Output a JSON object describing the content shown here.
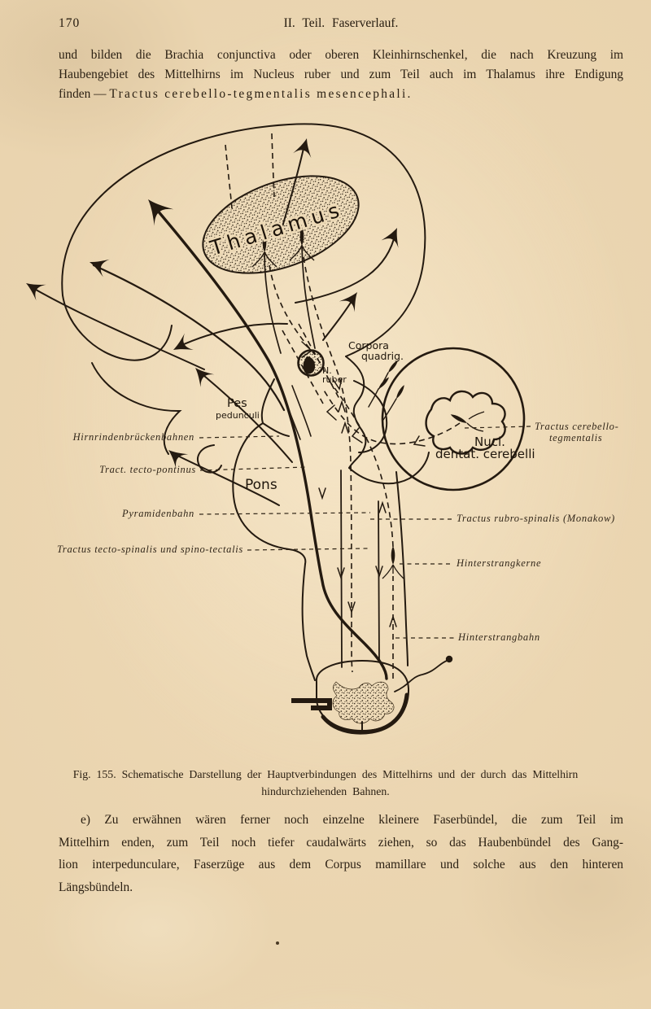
{
  "page_header": {
    "page_number": "170",
    "running_title": "II. Teil. Faserverlauf."
  },
  "paragraph_top": {
    "line1": "und bilden die Brachia conjunctiva oder oberen Kleinhirnschenkel, die nach Kreuzung im",
    "line2": "Haubengebiet des Mittelhirns im Nucleus ruber und zum Teil auch im Thalamus ihre Endigung",
    "line3_normal": "finden — ",
    "line3_spaced": "Tractus cerebello-tegmentalis mesencephali."
  },
  "figure": {
    "region_labels": {
      "thalamus": "Thalamus",
      "pes": "Pes",
      "pedunculi": "pedunculi",
      "pons": "Pons",
      "corpora_line1": "Corpora",
      "corpora_line2": "quadrig.",
      "n_ruber_line1": "N.",
      "n_ruber_line2": "ruber",
      "nucl_line1": "Nucl.",
      "nucl_line2": "dentat. cerebelli"
    },
    "left_labels": [
      "Hirnrindenbrückenbahnen",
      "Tract. tecto-pontinus",
      "Pyramidenbahn",
      "Tractus tecto-spinalis und spino-tectalis"
    ],
    "right_labels": [
      "Tractus cerebello-",
      "tegmentalis",
      "Tractus rubro-spinalis (Monakow)",
      "Hinterstrangkerne",
      "Hinterstrangbahn"
    ],
    "caption_line1": "Fig. 155.  Schematische Darstellung der Hauptverbindungen des Mittelhirns und der durch das Mittelhirn",
    "caption_line2": "hindurchziehenden Bahnen."
  },
  "paragraph_bottom": {
    "line1": "e) Zu erwähnen wären ferner noch einzelne kleinere Faserbündel, die zum Teil im",
    "line2": "Mittelhirn enden, zum Teil noch tiefer caudalwärts ziehen, so das Haubenbündel des Gang-",
    "line3": "lion interpedunculare, Faserzüge aus dem Corpus mamillare und solche aus den hinteren",
    "line4": "Längsbündeln."
  }
}
